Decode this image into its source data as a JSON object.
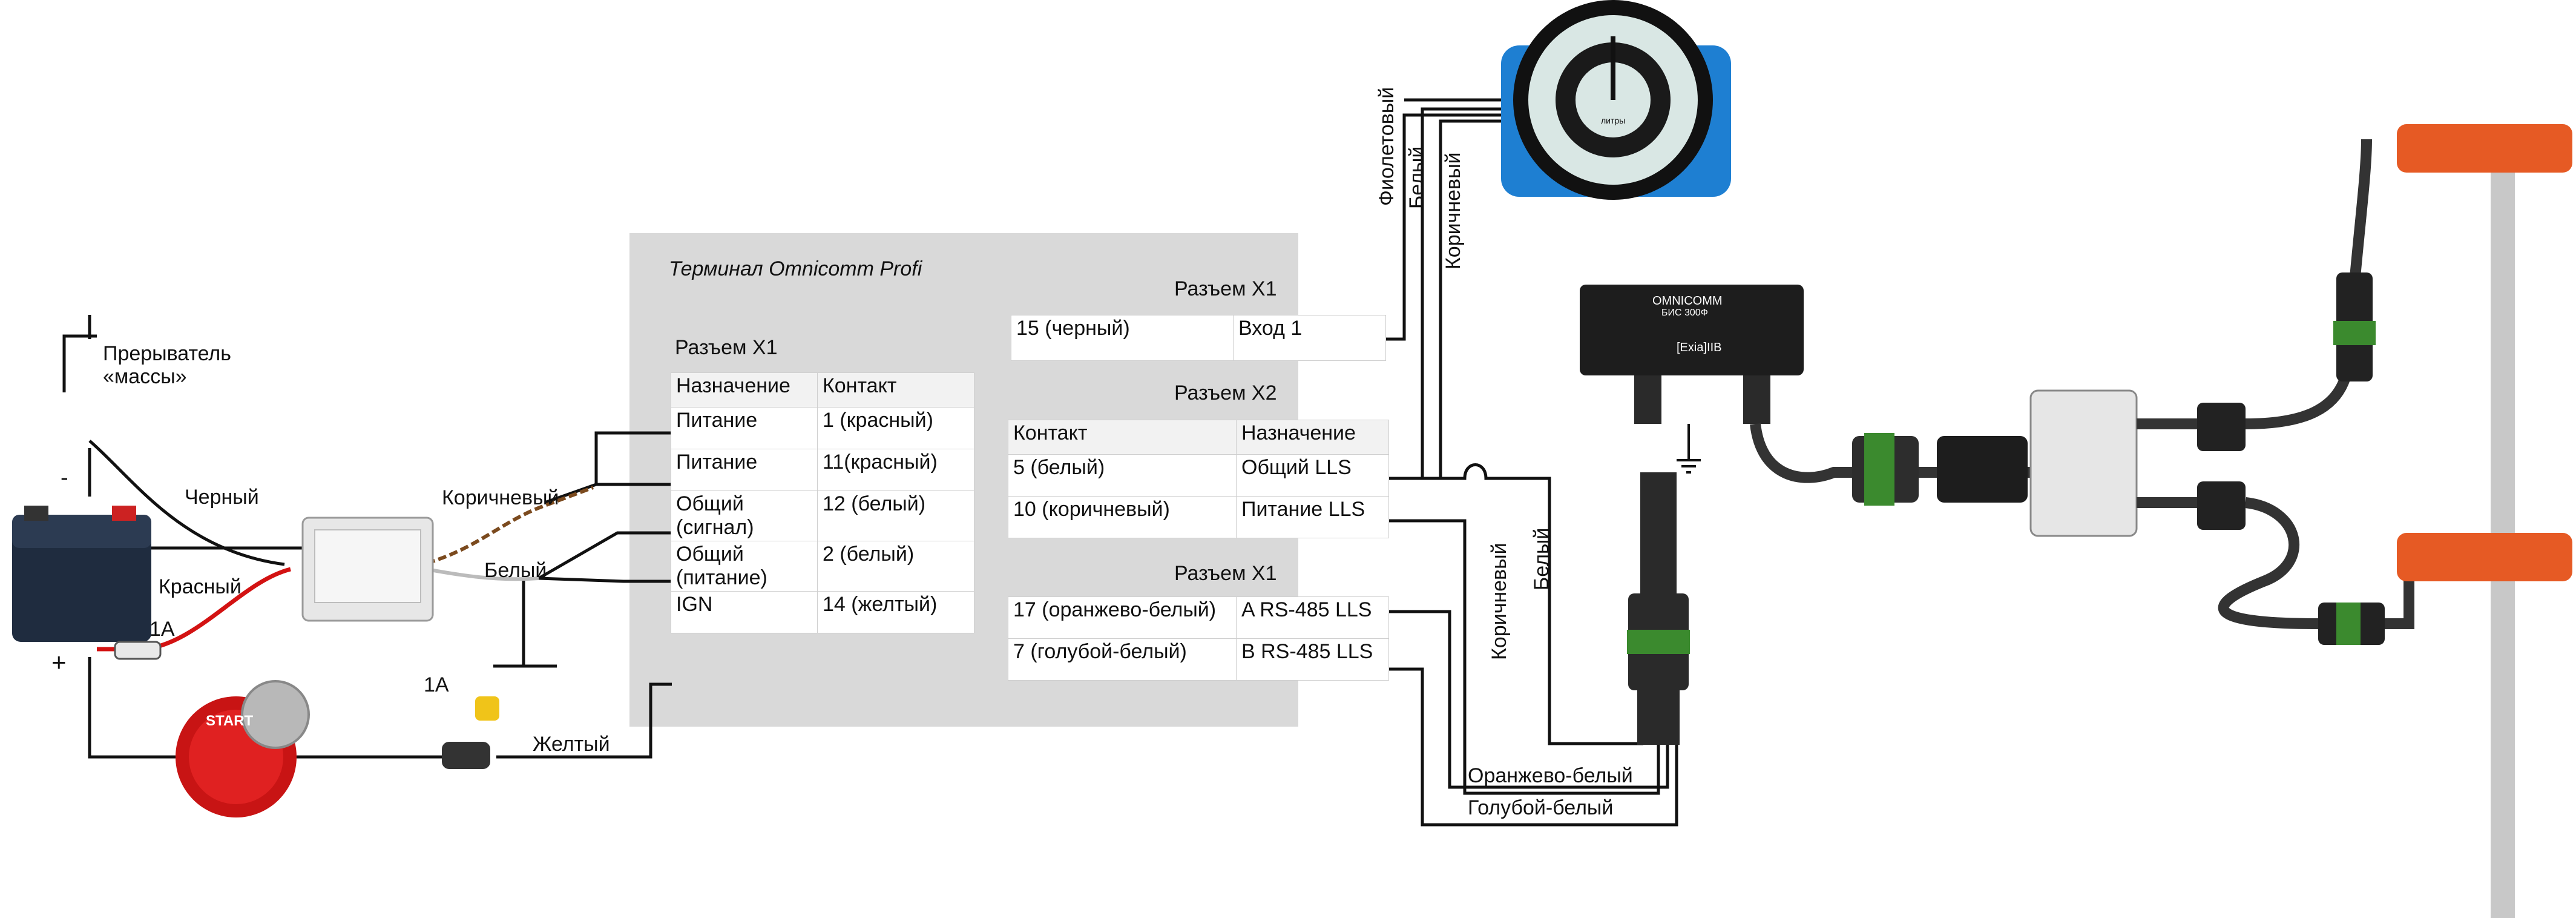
{
  "terminal": {
    "title": "Терминал Omnicomm Profi"
  },
  "left": {
    "breaker": "Прерыватель «массы»",
    "minus": "-",
    "plus": "+",
    "black": "Черный",
    "red": "Красный",
    "fuse1": "1A",
    "fuse2": "1A",
    "yellow": "Желтый",
    "brown": "Коричневый",
    "white": "Белый",
    "key_text": "START"
  },
  "x1_left": {
    "title": "Разъем X1",
    "headers": [
      "Назначение",
      "Контакт"
    ],
    "rows": [
      [
        "Питание",
        "1 (красный)"
      ],
      [
        "Питание",
        "11(красный)"
      ],
      [
        "Общий (сигнал)",
        "12 (белый)"
      ],
      [
        "Общий (питание)",
        " 2 (белый)"
      ],
      [
        "IGN",
        "14 (желтый)"
      ]
    ]
  },
  "x1_top": {
    "title": "Разъем X1",
    "rows": [
      [
        "15 (черный)",
        "Вход 1"
      ]
    ]
  },
  "x2": {
    "title": "Разъем X2",
    "headers": [
      "Контакт",
      "Назначение"
    ],
    "rows": [
      [
        "5 (белый)",
        "Общий LLS"
      ],
      [
        " 10 (коричневый)",
        "Питание LLS"
      ]
    ]
  },
  "x1_bottom": {
    "title": "Разъем X1",
    "rows": [
      [
        "17 (оранжево-белый)",
        "A RS-485 LLS"
      ],
      [
        "7 (голубой-белый)",
        "B RS-485 LLS"
      ]
    ]
  },
  "wire_labels": {
    "violet": "Фиолетовый",
    "white_top": "Белый",
    "brown_top": "Коричневый",
    "brown_mid": "Коричневый",
    "white_mid": "Белый",
    "orange_white": "Оранжево-белый",
    "blue_white": "Голубой-белый"
  },
  "devices": {
    "brand": "OMNICOMM",
    "gauge_unit": "литры",
    "bis_model": "БИС 300Ф",
    "bis_marking": "[Exia]IIB"
  }
}
